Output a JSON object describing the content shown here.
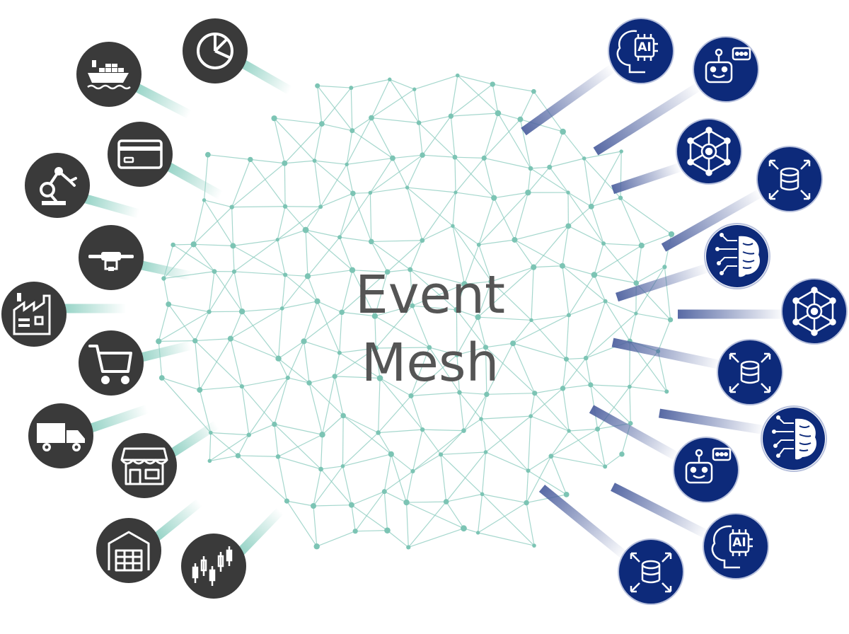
{
  "title": {
    "line1": "Event",
    "line2": "Mesh"
  },
  "colors": {
    "background": "#ffffff",
    "mesh": "#8fcdc0",
    "mesh_node": "#7cc4b4",
    "producer_circle": "#3a3a3a",
    "producer_beam": "#8ed0c2",
    "consumer_circle": "#0d2a7a",
    "consumer_beam": "#5b6fa8",
    "title": "#555555"
  },
  "producers": [
    {
      "icon": "pie-chart-icon"
    },
    {
      "icon": "cargo-ship-icon"
    },
    {
      "icon": "credit-card-icon"
    },
    {
      "icon": "robot-arm-icon"
    },
    {
      "icon": "drone-icon"
    },
    {
      "icon": "factory-icon"
    },
    {
      "icon": "shopping-cart-icon"
    },
    {
      "icon": "delivery-truck-icon"
    },
    {
      "icon": "storefront-icon"
    },
    {
      "icon": "warehouse-icon"
    },
    {
      "icon": "stock-candlestick-icon"
    }
  ],
  "consumers": [
    {
      "icon": "ai-brain-icon",
      "label": "AI"
    },
    {
      "icon": "chatbot-icon"
    },
    {
      "icon": "network-hub-icon"
    },
    {
      "icon": "database-arrows-icon"
    },
    {
      "icon": "circuit-brain-icon"
    },
    {
      "icon": "network-hub-icon"
    },
    {
      "icon": "database-arrows-icon"
    },
    {
      "icon": "circuit-brain-icon"
    },
    {
      "icon": "chatbot-icon"
    },
    {
      "icon": "ai-brain-icon",
      "label": "AI"
    },
    {
      "icon": "database-arrows-icon"
    }
  ]
}
